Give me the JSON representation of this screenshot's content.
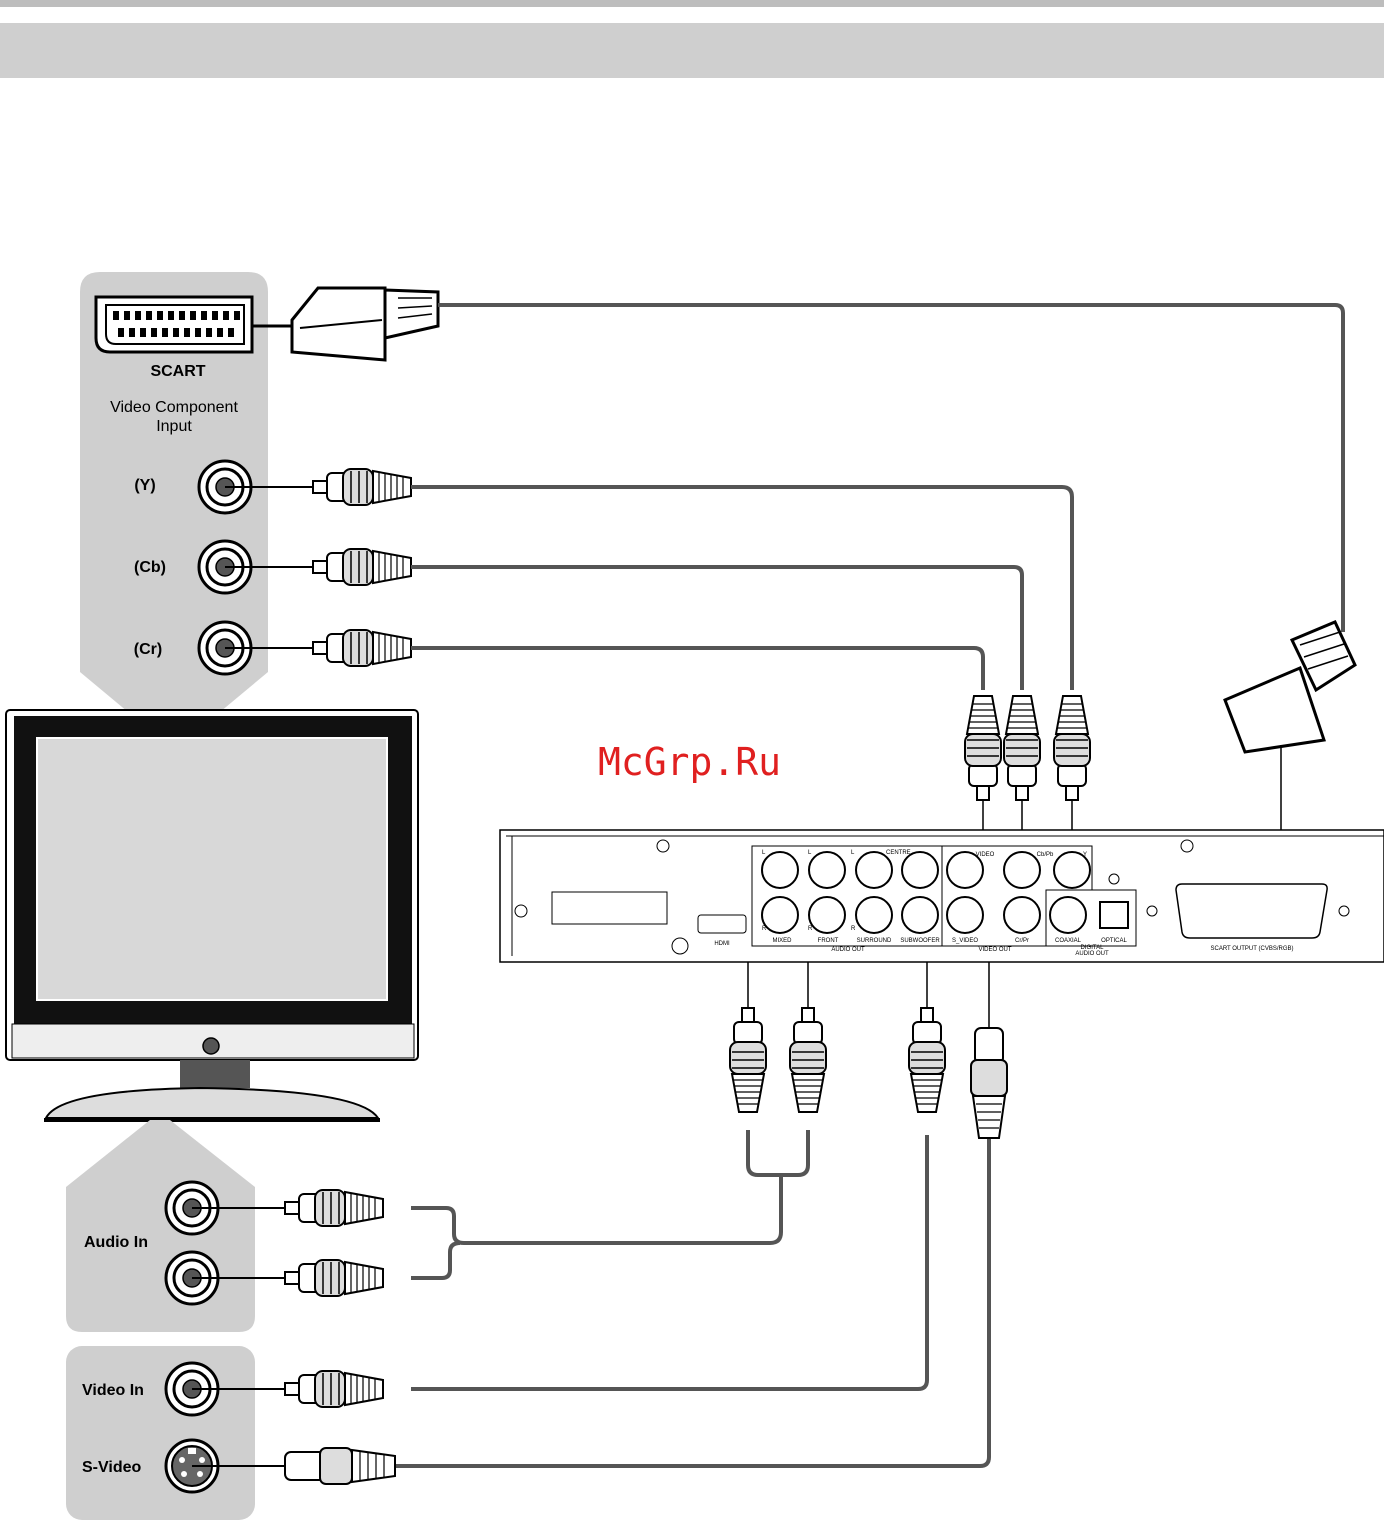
{
  "watermark": "McGrp.Ru",
  "tv_panel": {
    "scart_label": "SCART",
    "component_title_line1": "Video Component",
    "component_title_line2": "Input",
    "y_label": "(Y)",
    "cb_label": "(Cb)",
    "cr_label": "(Cr)"
  },
  "bottom_panel": {
    "audio_in_label": "Audio In",
    "video_in_label": "Video In",
    "svideo_label": "S-Video"
  },
  "player_panel": {
    "hdmi": "HDMI",
    "l1": "L",
    "l2": "L",
    "l3": "L",
    "centre": "CENTRE",
    "r1": "R",
    "r2": "R",
    "r3": "R",
    "mixed": "MIXED",
    "front": "FRONT",
    "surround": "SURROUND",
    "subwoofer": "SUBWOOFER",
    "audio_out": "AUDIO OUT",
    "video": "VIDEO",
    "cb_pb": "Cb/Pb",
    "y": "Y",
    "s_video": "S_VIDEO",
    "cr_pr": "Cr/Pr",
    "video_out": "VIDEO OUT",
    "coaxial": "COAXIAL",
    "optical": "OPTICAL",
    "digital_audio_out_1": "DIGITAL",
    "digital_audio_out_2": "AUDIO OUT",
    "scart_output": "SCART OUTPUT (CVBS/RGB)"
  }
}
